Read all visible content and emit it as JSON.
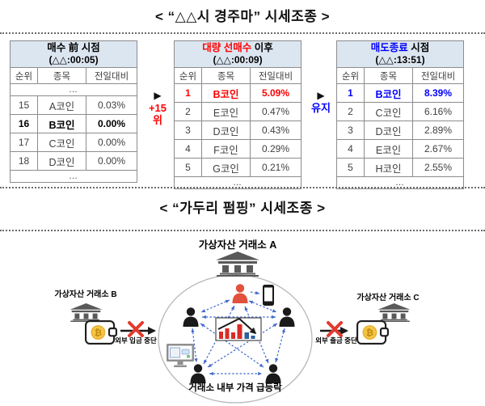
{
  "section_racehorse": {
    "title": "<  “△△시 경주마”  시세조종  >",
    "tables": [
      {
        "name": "매수 前 시점",
        "title_accent": "",
        "title_rest": "매수 前 시점",
        "title_sub": "(△△:00:05)",
        "columns": [
          "순위",
          "종목",
          "전일대비"
        ],
        "highlight_color": "#000000",
        "rows": [
          {
            "type": "ellipsis",
            "cells": [
              "…"
            ]
          },
          {
            "type": "data",
            "cells": [
              "15",
              "A코인",
              "0.03%"
            ]
          },
          {
            "type": "data",
            "highlight": true,
            "cells": [
              "16",
              "B코인",
              "0.00%"
            ]
          },
          {
            "type": "data",
            "cells": [
              "17",
              "C코인",
              "0.00%"
            ]
          },
          {
            "type": "data",
            "cells": [
              "18",
              "D코인",
              "0.00%"
            ]
          },
          {
            "type": "ellipsis",
            "cells": [
              "…"
            ]
          }
        ]
      },
      {
        "name": "대량 선매수 이후",
        "title_accent": "대량 선매수",
        "title_rest": " 이후",
        "accent_color": "#ff0000",
        "title_sub": "(△△:00:09)",
        "columns": [
          "순위",
          "종목",
          "전일대비"
        ],
        "highlight_color": "#ff0000",
        "rows": [
          {
            "type": "data",
            "highlight": true,
            "cells": [
              "1",
              "B코인",
              "5.09%"
            ]
          },
          {
            "type": "data",
            "cells": [
              "2",
              "E코인",
              "0.47%"
            ]
          },
          {
            "type": "data",
            "cells": [
              "3",
              "D코인",
              "0.43%"
            ]
          },
          {
            "type": "data",
            "cells": [
              "4",
              "F코인",
              "0.29%"
            ]
          },
          {
            "type": "data",
            "cells": [
              "5",
              "G코인",
              "0.21%"
            ]
          },
          {
            "type": "ellipsis",
            "cells": [
              "…"
            ]
          }
        ]
      },
      {
        "name": "매도종료 시점",
        "title_accent": "매도종료",
        "title_rest": " 시점",
        "accent_color": "#0000ff",
        "title_sub": "(△△:13:51)",
        "columns": [
          "순위",
          "종목",
          "전일대비"
        ],
        "highlight_color": "#0000ff",
        "rows": [
          {
            "type": "data",
            "highlight": true,
            "cells": [
              "1",
              "B코인",
              "8.39%"
            ]
          },
          {
            "type": "data",
            "cells": [
              "2",
              "C코인",
              "6.16%"
            ]
          },
          {
            "type": "data",
            "cells": [
              "3",
              "D코인",
              "2.89%"
            ]
          },
          {
            "type": "data",
            "cells": [
              "4",
              "E코인",
              "2.67%"
            ]
          },
          {
            "type": "data",
            "cells": [
              "5",
              "H코인",
              "2.55%"
            ]
          },
          {
            "type": "ellipsis",
            "cells": [
              "…"
            ]
          }
        ]
      }
    ],
    "arrows": [
      {
        "symbol": "▶",
        "label_line1": "+15",
        "label_line2": "위",
        "color": "#ff0000"
      },
      {
        "symbol": "▶",
        "label_line1": "유지",
        "label_line2": "",
        "color": "#0000ff"
      }
    ]
  },
  "section_pumping": {
    "title": "<  “가두리 펌핑”  시세조종  >",
    "exchange_a_label": "가상자산 거래소 A",
    "exchange_b_label": "가상자산 거래소 B",
    "exchange_c_label": "가상자산 거래소 C",
    "deposit_halt_label": "외부 입금 중단",
    "withdraw_halt_label": "외부 출금 중단",
    "inner_label": "거래소 내부 가격 급등락"
  },
  "icons": {
    "bank": "🏛",
    "person": "👤",
    "smartphone": "📱",
    "monitor": "🖥",
    "bitcoin_wallet": "👛₿",
    "price_chart": "📊",
    "halt_x": "✕",
    "flow_arrow": "➤",
    "network_arrow": "⇢ (blue dashed, double-headed)"
  },
  "colors": {
    "table_header_bg": "#dce6f1",
    "accent_red": "#ff0000",
    "accent_blue": "#0000ff",
    "table_text": "#404040",
    "bank_gray": "#595959",
    "person_black": "#1a1a1a",
    "person_red": "#e2513b",
    "network_blue": "#4169cc",
    "halt_x_red": "#e23a2e",
    "coin_gold": "#f6c545"
  }
}
